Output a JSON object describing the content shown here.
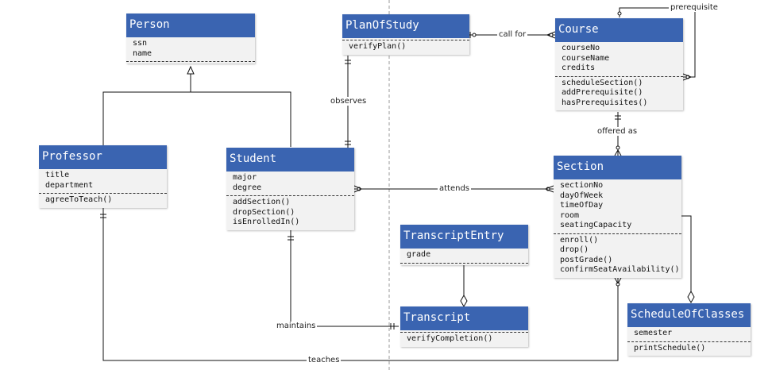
{
  "classes": {
    "person": {
      "name": "Person",
      "attributes": [
        "ssn",
        "name"
      ],
      "operations": []
    },
    "plan_of_study": {
      "name": "PlanOfStudy",
      "attributes": [],
      "operations": [
        "verifyPlan()"
      ]
    },
    "course": {
      "name": "Course",
      "attributes": [
        "courseNo",
        "courseName",
        "credits"
      ],
      "operations": [
        "scheduleSection()",
        "addPrerequisite()",
        "hasPrerequisites()"
      ]
    },
    "professor": {
      "name": "Professor",
      "attributes": [
        "title",
        "department"
      ],
      "operations": [
        "agreeToTeach()"
      ]
    },
    "student": {
      "name": "Student",
      "attributes": [
        "major",
        "degree"
      ],
      "operations": [
        "addSection()",
        "dropSection()",
        "isEnrolledIn()"
      ]
    },
    "section": {
      "name": "Section",
      "attributes": [
        "sectionNo",
        "dayOfWeek",
        "timeOfDay",
        "room",
        "seatingCapacity"
      ],
      "operations": [
        "enroll()",
        "drop()",
        "postGrade()",
        "confirmSeatAvailability()"
      ]
    },
    "transcript_entry": {
      "name": "TranscriptEntry",
      "attributes": [
        "grade"
      ],
      "operations": []
    },
    "transcript": {
      "name": "Transcript",
      "attributes": [],
      "operations": [
        "verifyCompletion()"
      ]
    },
    "schedule_of_classes": {
      "name": "ScheduleOfClasses",
      "attributes": [
        "semester"
      ],
      "operations": [
        "printSchedule()"
      ]
    }
  },
  "relations": {
    "prerequisite": "prerequisite",
    "call_for": "call for",
    "observes": "observes",
    "offered_as": "offered as",
    "attends": "attends",
    "maintains": "maintains",
    "teaches": "teaches"
  }
}
